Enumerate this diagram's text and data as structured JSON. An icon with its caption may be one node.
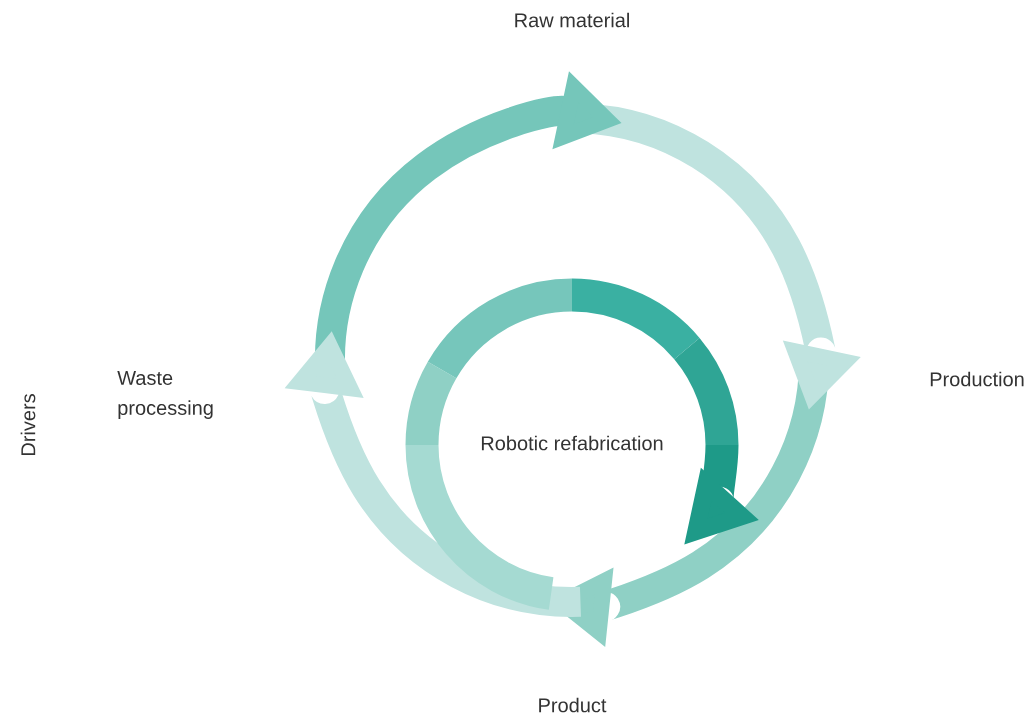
{
  "diagram": {
    "labels": [
      "Raw material",
      "Waste processing",
      "Production",
      "Drivers",
      "Robotic refabrication",
      "Product"
    ]
  }
}
